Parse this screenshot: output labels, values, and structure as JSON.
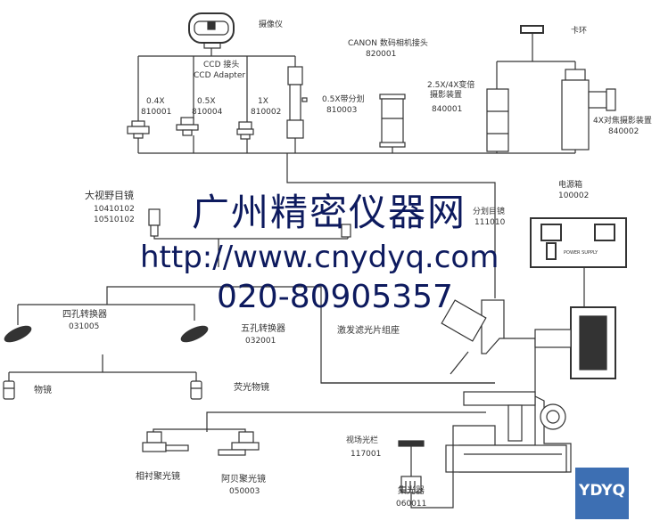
{
  "top": {
    "camera": "摄像仪",
    "ccd_adapter": [
      "CCD 接头",
      "CCD Adapter"
    ],
    "canon": [
      "CANON 数码相机接头",
      "820001"
    ],
    "clamp_ring": "卡环",
    "adapters": [
      {
        "mag": "0.4X",
        "code": "810001"
      },
      {
        "mag": "0.5X",
        "code": "810004"
      },
      {
        "mag": "1X",
        "code": "810002"
      },
      {
        "mag": "0.5X带分划",
        "code": "810003"
      }
    ],
    "zoom_photo": [
      "2.5X/4X变倍",
      "摄影装置",
      "840001"
    ],
    "focus_photo": [
      "4X对焦摄影装置",
      "840002"
    ]
  },
  "middle": {
    "eyepiece": [
      "大视野目镜",
      "10410102",
      "10510102"
    ],
    "reticle_eyepiece": [
      "分划目镜",
      "111010"
    ],
    "power_box": [
      "电源箱",
      "100002"
    ],
    "power_panel": "POWER SUPPLY",
    "nosepiece4": [
      "四孔转换器",
      "031005"
    ],
    "nosepiece5": [
      "五孔转换器",
      "032001"
    ],
    "filter_holder": "激发滤光片组座"
  },
  "bottom": {
    "objective": "物镜",
    "fluor_objective": "荧光物镜",
    "phase_condenser": "相衬聚光镜",
    "abbe_condenser": [
      "阿贝聚光镜",
      "050003"
    ],
    "field_diaphragm": [
      "视场光栏",
      "117001"
    ],
    "collector": [
      "集光器",
      "060011"
    ]
  },
  "watermark": {
    "name": "广州精密仪器网",
    "url": "http://www.cnydyq.com",
    "phone": "020-80905357"
  },
  "logo": "YDYQ",
  "colors": {
    "line": "#333333",
    "watermark": "#0d1a5e",
    "logo": "#3d6fb3"
  }
}
